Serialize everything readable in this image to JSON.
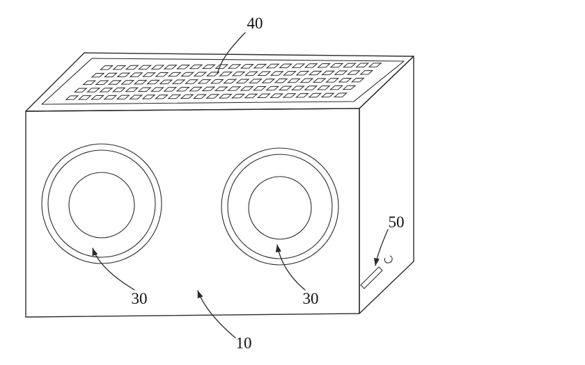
{
  "figure": {
    "background": "#ffffff",
    "line_color": "#2a2a2a",
    "labels": {
      "vent_panel": "40",
      "speaker_left": "30",
      "speaker_right": "30",
      "enclosure": "10",
      "connector": "50"
    },
    "vent_grid": {
      "rows": 5,
      "cols": 22
    }
  }
}
